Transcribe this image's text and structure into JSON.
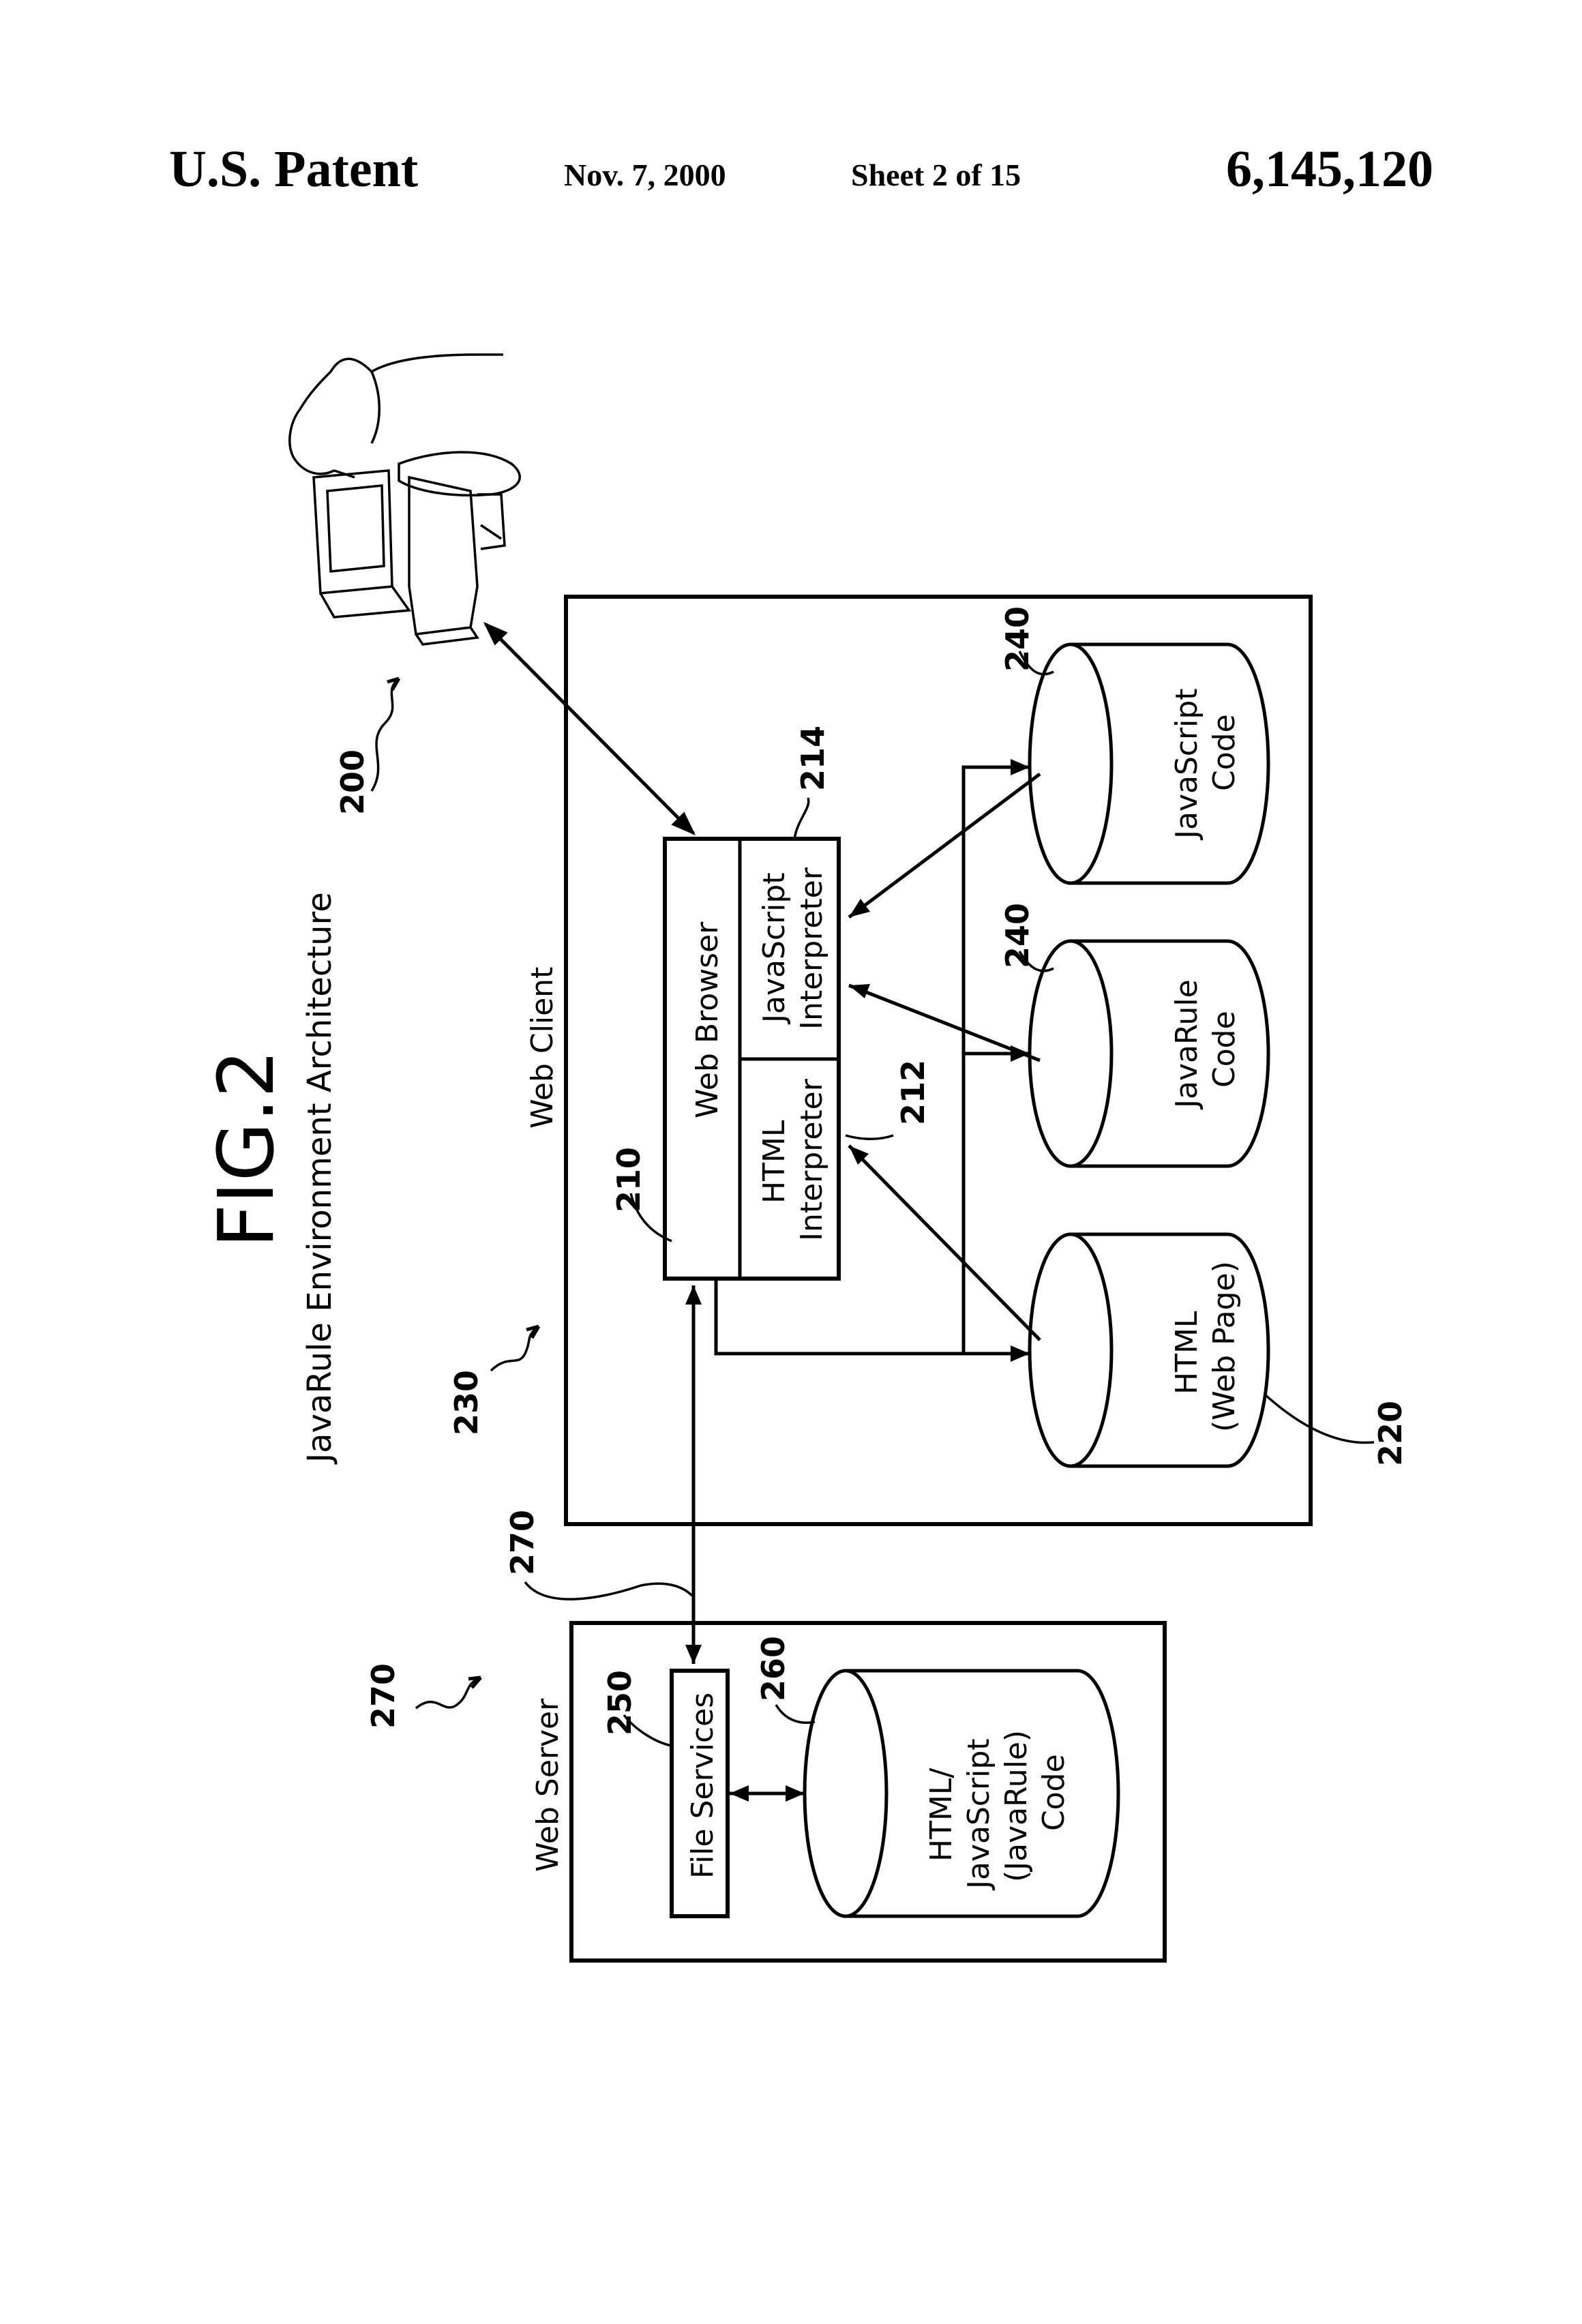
{
  "header": {
    "patent_label": "U.S. Patent",
    "date": "Nov. 7, 2000",
    "sheet": "Sheet 2 of 15",
    "patent_number": "6,145,120"
  },
  "figure": {
    "fig_label": "FIG.2",
    "caption": "JavaRule Environment Architecture",
    "refs": {
      "user": "200",
      "web_client": "230",
      "web_browser": "210",
      "html_interpreter": "212",
      "javascript_interpreter": "214",
      "html_page": "220",
      "javarule_code": "240",
      "javascript_code": "240",
      "web_server": "270",
      "connection": "270",
      "file_services": "250",
      "server_code": "260"
    },
    "labels": {
      "web_client": "Web Client",
      "web_server": "Web Server",
      "web_browser": "Web Browser",
      "html_interpreter": [
        "HTML",
        "Interpreter"
      ],
      "javascript_interpreter": [
        "JavaScript",
        "Interpreter"
      ],
      "html_page": [
        "HTML",
        "(Web Page)"
      ],
      "javarule_code": [
        "JavaRule",
        "Code"
      ],
      "javascript_code": [
        "JavaScript",
        "Code"
      ],
      "file_services": "File Services",
      "server_code": [
        "HTML/",
        "JavaScript",
        "(JavaRule)",
        "Code"
      ]
    }
  }
}
